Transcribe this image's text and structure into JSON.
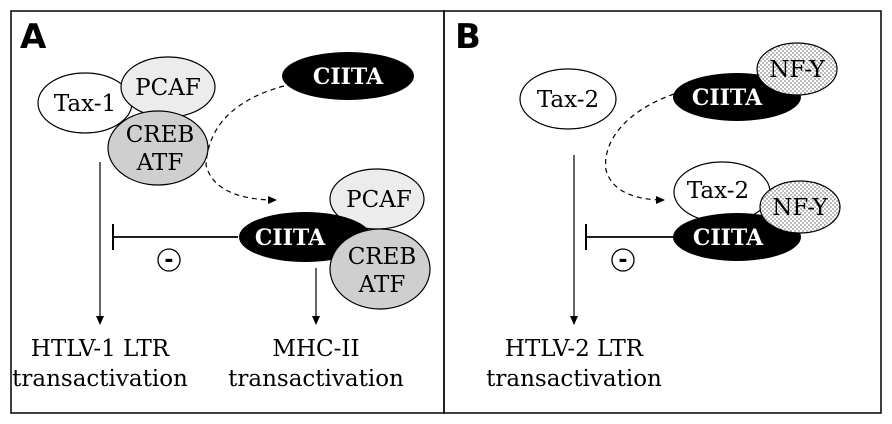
{
  "panel_a": {
    "letter": "A",
    "tax": "Tax-1",
    "pcaf_top": "PCAF",
    "creb_top_line1": "CREB",
    "creb_top_line2": "ATF",
    "ciita_free": "CIITA",
    "ciita_complex": "CIITA",
    "pcaf_bottom": "PCAF",
    "creb_bottom_line1": "CREB",
    "creb_bottom_line2": "ATF",
    "inhibit_symbol": "-",
    "caption_left_line1": "HTLV-1 LTR",
    "caption_left_line2": "transactivation",
    "caption_right_line1": "MHC-II",
    "caption_right_line2": "transactivation"
  },
  "panel_b": {
    "letter": "B",
    "tax_free": "Tax-2",
    "ciita_top": "CIITA",
    "nfy_top": "NF-Y",
    "tax_complex": "Tax-2",
    "ciita_bottom": "CIITA",
    "nfy_bottom": "NF-Y",
    "inhibit_symbol": "-",
    "caption_line1": "HTLV-2 LTR",
    "caption_line2": "transactivation"
  },
  "colors": {
    "black": "#000000",
    "light_gray": "#ececec",
    "mid_gray": "#cfcfcf",
    "white": "#ffffff"
  }
}
